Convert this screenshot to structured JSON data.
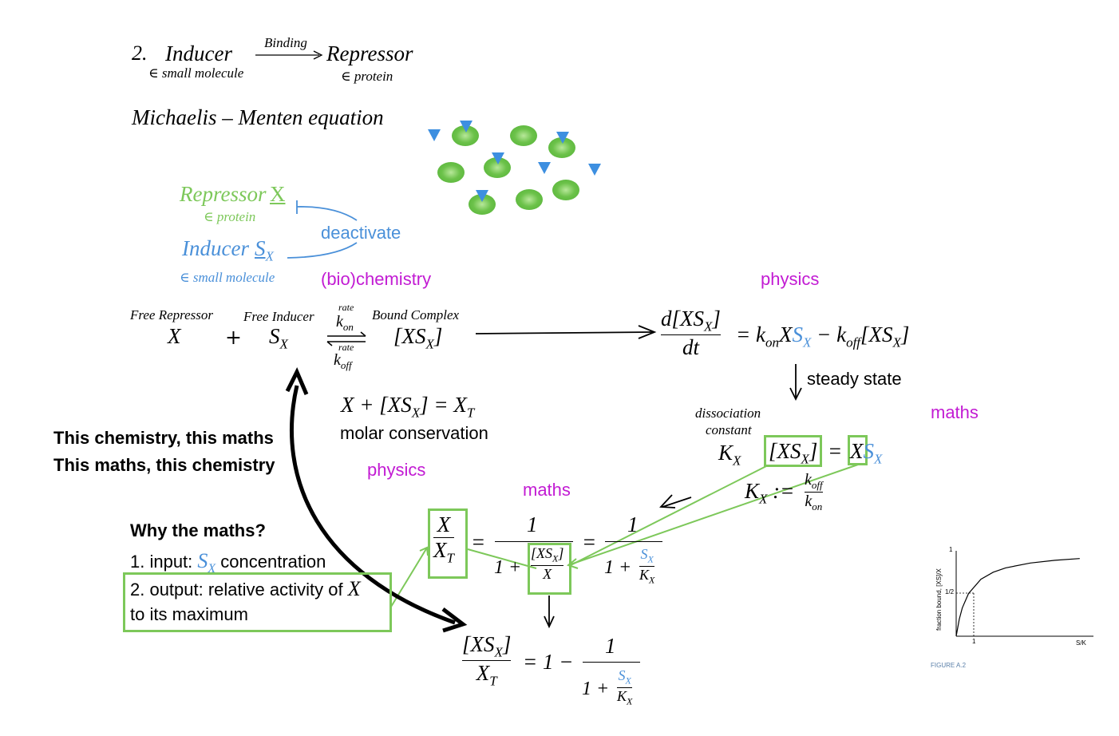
{
  "header": {
    "number": "2.",
    "inducer": "Inducer",
    "inducer_sub": "∈ small molecule",
    "binding": "Binding",
    "repressor": "Repressor",
    "repressor_sub": "∈ protein",
    "mm_title": "Michaelis – Menten equation"
  },
  "legend": {
    "repressor": "Repressor",
    "repressor_var": "X",
    "repressor_sub": "∈ protein",
    "inducer": "Inducer",
    "inducer_var": "S",
    "inducer_var_sub": "X",
    "inducer_sub": "∈ small molecule",
    "deactivate": "deactivate"
  },
  "labels": {
    "biochemistry": "(bio)chemistry",
    "physics_top": "physics",
    "physics_mid": "physics",
    "maths_right": "maths",
    "maths_mid": "maths",
    "steady_state": "steady state",
    "molar_conservation": "molar conservation",
    "dissociation": "dissociation",
    "constant": "constant"
  },
  "reaction": {
    "free_repressor": "Free Repressor",
    "free_inducer": "Free Inducer",
    "bound_complex": "Bound Complex",
    "rate_top": "rate",
    "k_on": "k",
    "k_on_sub": "on",
    "rate_bottom": "rate",
    "k_off": "k",
    "k_off_sub": "off"
  },
  "notes": {
    "chem_line1": "This chemistry, this maths",
    "chem_line2": "This maths, this chemistry",
    "why_title": "Why the maths?",
    "input_prefix": "1. input: ",
    "input_suffix": " concentration",
    "output_line1": "2. output: relative activity of ",
    "output_line2": "to its maximum"
  },
  "figure": {
    "ylabel": "fraction bound, [XS]/X",
    "y_tick_1": "1",
    "y_tick_half": "1/2",
    "x_tick_1": "1",
    "xlabel": "S/K",
    "caption": "FIGURE A.2"
  },
  "chart_data": {
    "type": "line",
    "x": [
      0,
      0.25,
      0.5,
      1,
      2,
      3,
      4,
      6,
      8,
      10
    ],
    "series": [
      {
        "values": [
          0,
          0.2,
          0.333,
          0.5,
          0.667,
          0.75,
          0.8,
          0.857,
          0.889,
          0.909
        ]
      }
    ],
    "xlim": [
      0,
      10
    ],
    "ylim": [
      0,
      1
    ]
  },
  "colors": {
    "green": "#7dc85a",
    "blue": "#4a90d9",
    "magenta": "#c21bd3",
    "particle_green": "#6cc24a",
    "particle_blue": "#3d8fe0"
  }
}
